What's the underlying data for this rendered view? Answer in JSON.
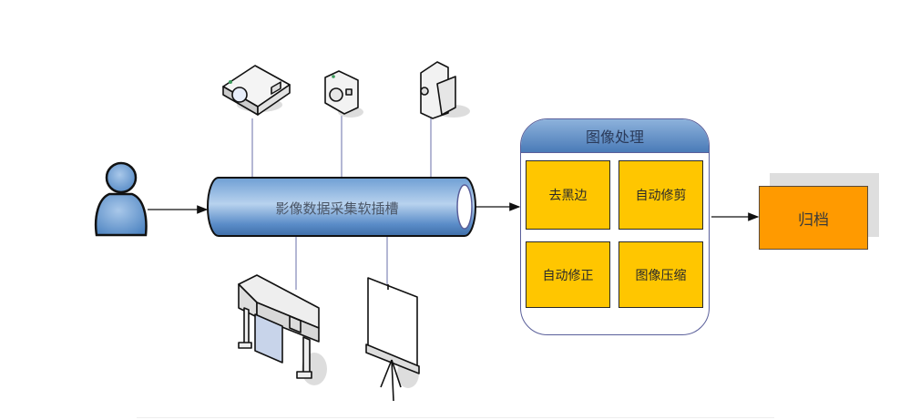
{
  "diagram": {
    "pipe_label": "影像数据采集软插槽",
    "processing": {
      "title": "图像处理",
      "steps": [
        "去黑边",
        "自动修剪",
        "自动修正",
        "图像压缩"
      ]
    },
    "archive_label": "归档",
    "devices_top": [
      "projector",
      "camera",
      "video-camera"
    ],
    "devices_bottom": [
      "plotter-printer",
      "projection-screen"
    ],
    "colors": {
      "pipe": "#5b8fc9",
      "step_fill": "#ffc600",
      "archive_fill": "#ff9a00",
      "header_fill": "#6c97cc"
    }
  }
}
